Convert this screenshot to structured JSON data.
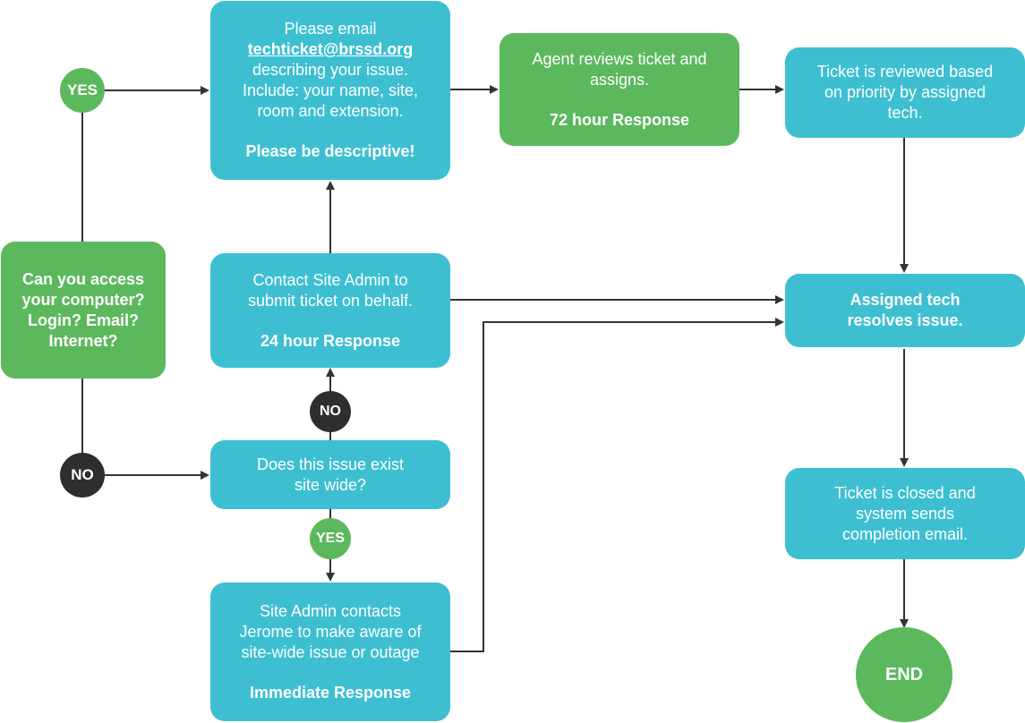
{
  "nodes": {
    "email": {
      "line1": "Please email",
      "email": "techticket@brssd.org",
      "line3": "describing your issue.",
      "line4": "Include: your name, site,",
      "line5": "room and extension.",
      "emphasis": "Please be descriptive!"
    },
    "agent": {
      "line1": "Agent reviews ticket and",
      "line2": "assigns.",
      "response": "72 hour Response"
    },
    "reviewed": {
      "line1": "Ticket is reviewed based",
      "line2": "on priority by assigned",
      "line3": "tech."
    },
    "access": {
      "line1": "Can you access",
      "line2": "your computer?",
      "line3": "Login? Email?",
      "line4": "Internet?"
    },
    "site_admin": {
      "line1": "Contact Site Admin to",
      "line2": "submit ticket on behalf.",
      "response": "24 hour Response"
    },
    "resolves": {
      "line1": "Assigned tech",
      "line2": "resolves issue."
    },
    "site_wide": {
      "line1": "Does this issue exist",
      "line2": "site wide?"
    },
    "closed": {
      "line1": "Ticket is closed and",
      "line2": "system sends",
      "line3": "completion email."
    },
    "jerome": {
      "line1": "Site Admin contacts",
      "line2": "Jerome to make aware of",
      "line3": "site-wide issue or outage",
      "response": "Immediate Response"
    },
    "end": {
      "label": "END"
    }
  },
  "badges": {
    "yes_access": "YES",
    "no_access": "NO",
    "no_site_wide": "NO",
    "yes_site_wide": "YES"
  },
  "colors": {
    "teal": "#3dbfd1",
    "green": "#5cb85c",
    "dark": "#2e2e2e",
    "line": "#333333"
  }
}
